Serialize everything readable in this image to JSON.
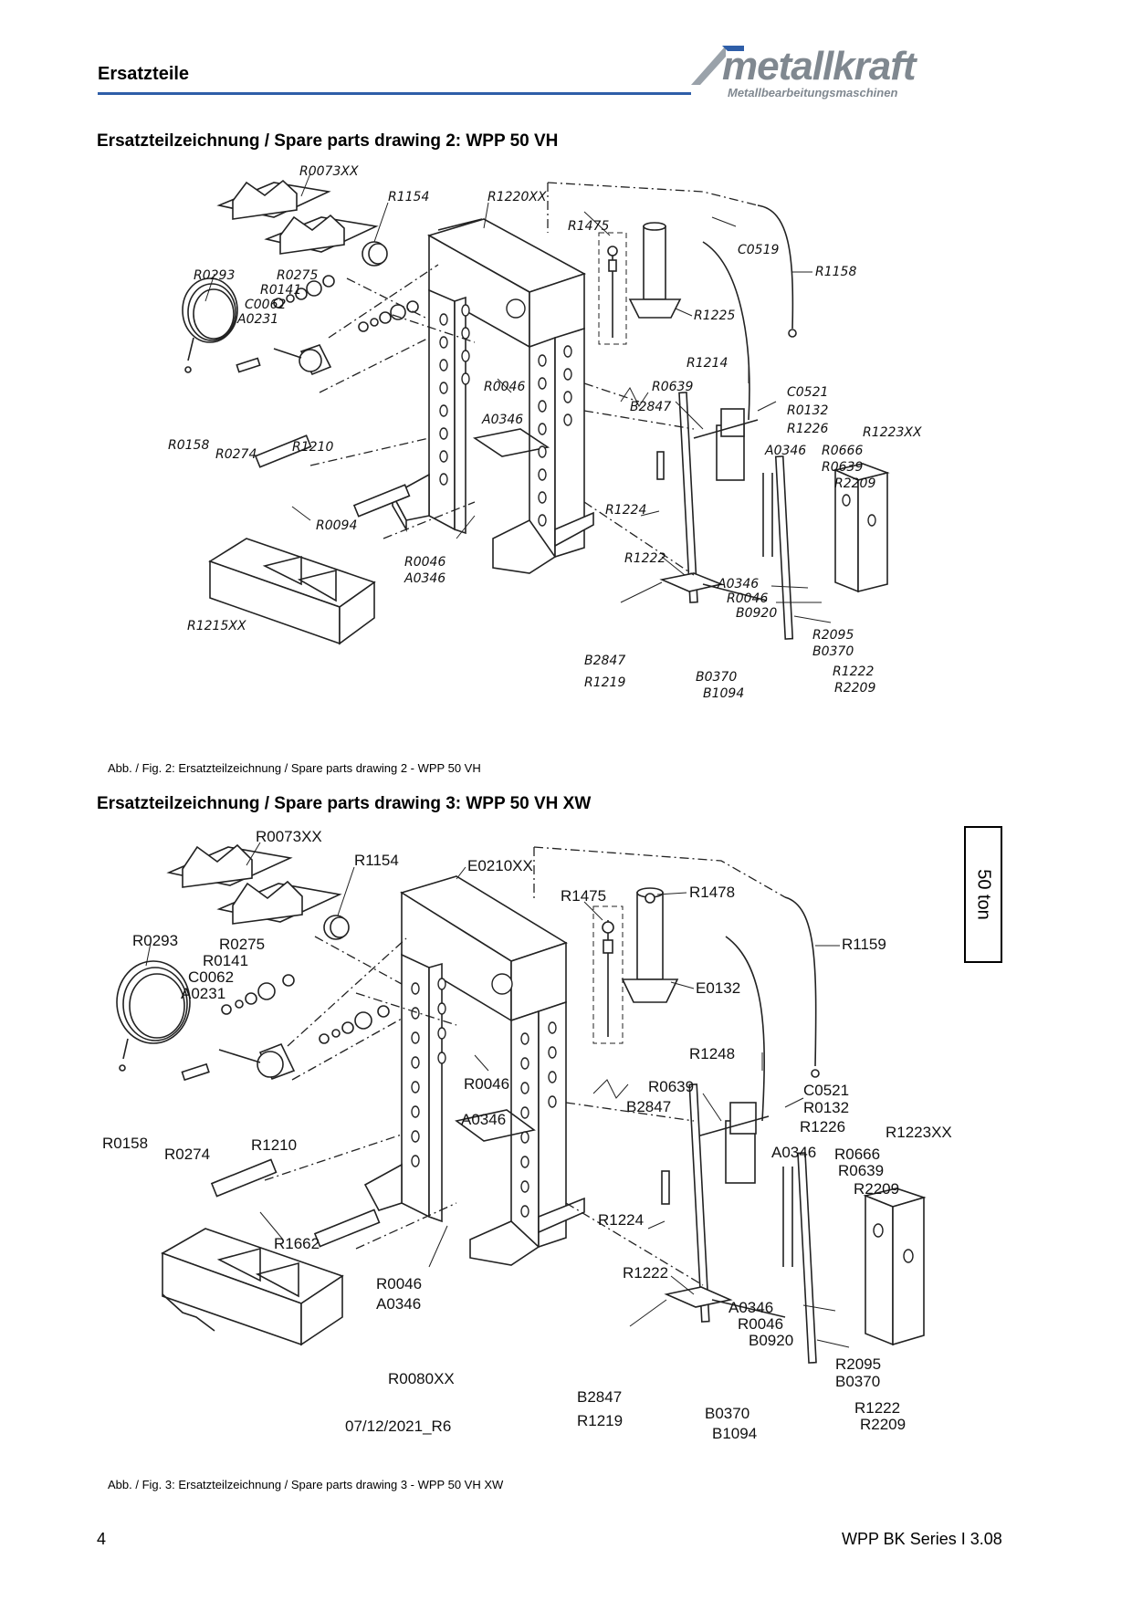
{
  "header": {
    "section_label": "Ersatzteile",
    "logo_text": "metallkraft",
    "logo_tagline": "Metallbearbeitungsmaschinen",
    "brand_color": "#2e5ea8",
    "logo_color": "#808890"
  },
  "drawing2": {
    "title": "Ersatzteilzeichnung / Spare parts drawing 2: WPP 50 VH",
    "caption": "Abb. / Fig. 2: Ersatzteilzeichnung / Spare parts drawing 2 - WPP 50 VH",
    "labels": {
      "R0073XX": "R0073XX",
      "R1154": "R1154",
      "R1220XX": "R1220XX",
      "R1475": "R1475",
      "C0519": "C0519",
      "R1158": "R1158",
      "R0293": "R0293",
      "R0275": "R0275",
      "R0141": "R0141",
      "C0062": "C0062",
      "A0231": "A0231",
      "R1225": "R1225",
      "R1214": "R1214",
      "R0046a": "R0046",
      "A0346a": "A0346",
      "R0639a": "R0639",
      "B2847a": "B2847",
      "C0521": "C0521",
      "R0132": "R0132",
      "R1226": "R1226",
      "R1223XX": "R1223XX",
      "A0346b": "A0346",
      "R0666": "R0666",
      "R0639b": "R0639",
      "R2209a": "R2209",
      "R0158": "R0158",
      "R0274": "R0274",
      "R1210": "R1210",
      "R1224": "R1224",
      "R0094": "R0094",
      "R1222a": "R1222",
      "R0046b": "R0046",
      "A0346c": "A0346",
      "A0346d": "A0346",
      "R0046c": "R0046",
      "B0920": "B0920",
      "R1215XX": "R1215XX",
      "R2095": "R2095",
      "B0370a": "B0370",
      "B2847b": "B2847",
      "R1222b": "R1222",
      "R1219": "R1219",
      "B0370b": "B0370",
      "R2209b": "R2209",
      "B1094": "B1094"
    }
  },
  "drawing3": {
    "title": "Ersatzteilzeichnung / Spare parts drawing 3: WPP 50 VH XW",
    "caption": "Abb. / Fig. 3: Ersatzteilzeichnung / Spare parts drawing 3 - WPP 50 VH XW",
    "side_tab": "50 ton",
    "date_stamp": "07/12/2021_R6",
    "labels": {
      "R0073XX": "R0073XX",
      "R1154": "R1154",
      "E0210XX": "E0210XX",
      "R1475": "R1475",
      "R1478": "R1478",
      "R1159": "R1159",
      "R0293": "R0293",
      "R0275": "R0275",
      "R0141": "R0141",
      "C0062": "C0062",
      "A0231": "A0231",
      "E0132": "E0132",
      "R1248": "R1248",
      "R0639a": "R0639",
      "R0046a": "R0046",
      "A0346a": "A0346",
      "B2847a": "B2847",
      "C0521": "C0521",
      "R0132": "R0132",
      "R1226": "R1226",
      "R1223XX": "R1223XX",
      "A0346b": "A0346",
      "R0666": "R0666",
      "R0639b": "R0639",
      "R2209a": "R2209",
      "R0158": "R0158",
      "R0274": "R0274",
      "R1210": "R1210",
      "R1224": "R1224",
      "R1662": "R1662",
      "R1222a": "R1222",
      "R0046b": "R0046",
      "A0346c": "A0346",
      "A0346d": "A0346",
      "R0046c": "R0046",
      "B0920": "B0920",
      "R0080XX": "R0080XX",
      "R2095": "R2095",
      "B0370a": "B0370",
      "B2847b": "B2847",
      "R1222b": "R1222",
      "R1219": "R1219",
      "B0370b": "B0370",
      "R2209b": "R2209",
      "B1094": "B1094"
    }
  },
  "footer": {
    "page_number": "4",
    "doc_ref": "WPP BK Series I 3.08"
  }
}
